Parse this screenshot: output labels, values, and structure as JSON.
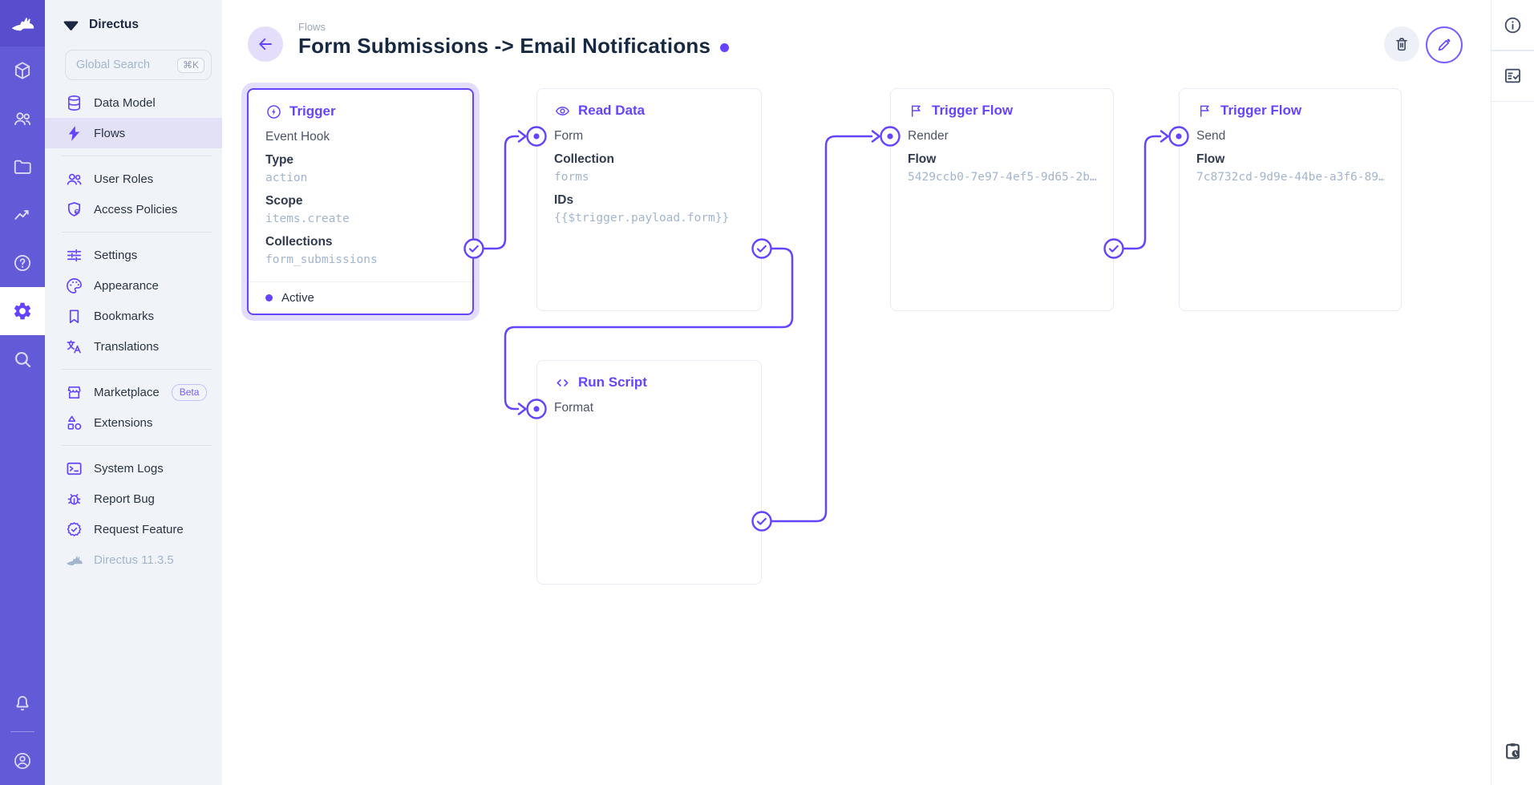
{
  "app": {
    "project_name": "Directus",
    "version_label": "Directus 11.3.5"
  },
  "module_bar": {
    "modules": [
      {
        "name": "content",
        "icon": "cube-icon"
      },
      {
        "name": "users",
        "icon": "users-icon"
      },
      {
        "name": "files",
        "icon": "folder-icon"
      },
      {
        "name": "insights",
        "icon": "insights-icon"
      },
      {
        "name": "help",
        "icon": "help-icon"
      },
      {
        "name": "settings",
        "icon": "gear-icon",
        "active": true
      },
      {
        "name": "search",
        "icon": "search-icon"
      },
      {
        "name": "notifications",
        "icon": "bell-icon"
      },
      {
        "name": "account",
        "icon": "account-icon"
      }
    ]
  },
  "sidebar": {
    "search": {
      "placeholder": "Global Search",
      "shortcut": "⌘K"
    },
    "sections": [
      {
        "items": [
          {
            "label": "Data Model",
            "icon": "database-icon"
          },
          {
            "label": "Flows",
            "icon": "bolt-icon",
            "active": true
          }
        ]
      },
      {
        "items": [
          {
            "label": "User Roles",
            "icon": "users-icon"
          },
          {
            "label": "Access Policies",
            "icon": "shield-lock-icon"
          }
        ]
      },
      {
        "items": [
          {
            "label": "Settings",
            "icon": "tune-icon"
          },
          {
            "label": "Appearance",
            "icon": "palette-icon"
          },
          {
            "label": "Bookmarks",
            "icon": "bookmark-icon"
          },
          {
            "label": "Translations",
            "icon": "translate-icon"
          }
        ]
      },
      {
        "items": [
          {
            "label": "Marketplace",
            "icon": "storefront-icon",
            "badge": "Beta"
          },
          {
            "label": "Extensions",
            "icon": "shapes-icon"
          }
        ]
      },
      {
        "items": [
          {
            "label": "System Logs",
            "icon": "terminal-icon"
          },
          {
            "label": "Report Bug",
            "icon": "bug-icon"
          },
          {
            "label": "Request Feature",
            "icon": "seal-check-icon"
          },
          {
            "label": "Directus 11.3.5",
            "icon": "rabbit-icon",
            "muted": true
          }
        ]
      }
    ]
  },
  "header": {
    "breadcrumb": "Flows",
    "title": "Form Submissions -> Email Notifications"
  },
  "flow": {
    "nodes": [
      {
        "type": "Trigger",
        "icon": "bolt-circle-icon",
        "name": "Event Hook",
        "status": "Active",
        "fields": [
          {
            "label": "Type",
            "value": "action"
          },
          {
            "label": "Scope",
            "value": "items.create"
          },
          {
            "label": "Collections",
            "value": "form_submissions"
          }
        ]
      },
      {
        "type": "Read Data",
        "icon": "eye-icon",
        "name": "Form",
        "fields": [
          {
            "label": "Collection",
            "value": "forms"
          },
          {
            "label": "IDs",
            "value": "{{$trigger.payload.form}}"
          }
        ]
      },
      {
        "type": "Trigger Flow",
        "icon": "flag-icon",
        "name": "Render",
        "fields": [
          {
            "label": "Flow",
            "value": "5429ccb0-7e97-4ef5-9d65-2b…"
          }
        ]
      },
      {
        "type": "Trigger Flow",
        "icon": "flag-icon",
        "name": "Send",
        "fields": [
          {
            "label": "Flow",
            "value": "7c8732cd-9d9e-44be-a3f6-89…"
          }
        ]
      },
      {
        "type": "Run Script",
        "icon": "code-icon",
        "name": "Format",
        "fields": []
      }
    ]
  },
  "colors": {
    "brand": "#6644ff",
    "module_bar": "#625ad7",
    "sidebar_bg": "#f0f4f9",
    "active_item_bg": "#e2e1f5",
    "subdued_text": "#a2b5cd",
    "title_text": "#172940",
    "card_border": "#e7ecf3"
  }
}
